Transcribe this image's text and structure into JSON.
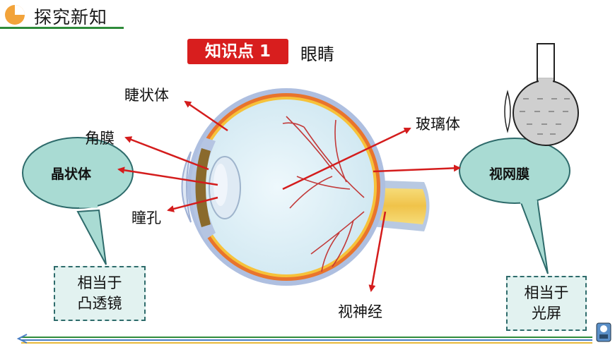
{
  "header": {
    "title": "探究新知"
  },
  "section": {
    "badge": "知识点 1",
    "topic": "眼睛"
  },
  "labels": {
    "ciliary": "睫状体",
    "cornea": "角膜",
    "pupil": "瞳孔",
    "vitreous": "玻璃体",
    "optic_nerve": "视神经"
  },
  "bubbles": {
    "lens": "晶状体",
    "retina": "视网膜"
  },
  "boxes": {
    "left": {
      "line1": "相当于",
      "line2": "凸透镜"
    },
    "right": {
      "line1": "相当于",
      "line2": "光屏"
    }
  },
  "colors": {
    "accent_red": "#d81e1e",
    "arrow_red": "#d41c1c",
    "bubble_fill": "#a9dbd3",
    "bubble_stroke": "#2e6b6b"
  }
}
